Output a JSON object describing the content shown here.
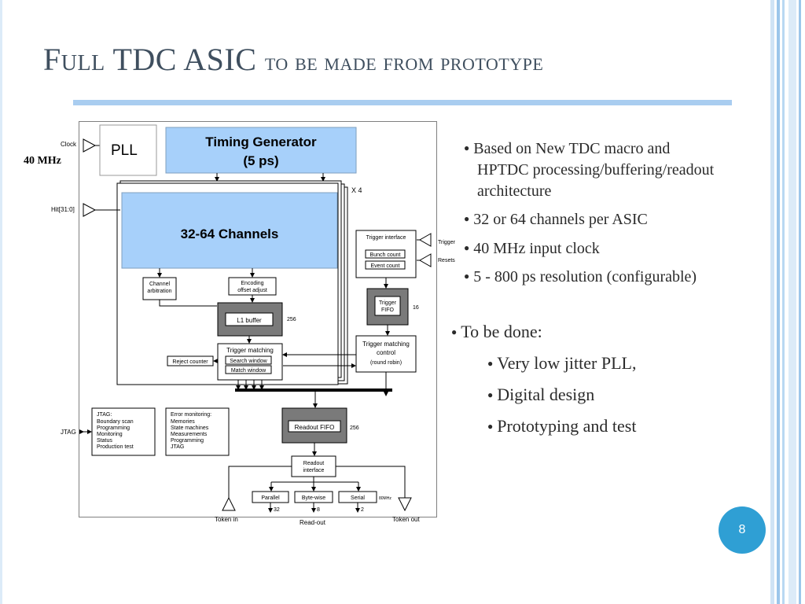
{
  "slide": {
    "title_main": "Full TDC ASIC",
    "title_rest": "to be made from prototype",
    "page_number": "8"
  },
  "diagram": {
    "clock_label": "Clock",
    "clock_freq": "40 MHz",
    "pll_label": "PLL",
    "timing_generator_title": "Timing Generator",
    "timing_generator_res": "(5 ps)",
    "x4_label": "X 4",
    "hit_label": "Hit[31:0]",
    "channels_label": "32-64 Channels",
    "channel_arbitration_1": "Channel",
    "channel_arbitration_2": "arbitration",
    "encoding_1": "Encoding",
    "encoding_2": "offset adjust",
    "l1_buffer": "L1 buffer",
    "l1_depth": "256",
    "trigger_matching": "Trigger matching",
    "search_window": "Search window",
    "match_window": "Match window",
    "reject_counter": "Reject counter",
    "trigger_interface": "Trigger interface",
    "bunch_count": "Bunch count",
    "event_count": "Event count",
    "trigger_in": "Trigger",
    "resets_in": "Resets",
    "trigger_fifo_1": "Trigger",
    "trigger_fifo_2": "FIFO",
    "trigger_fifo_depth": "16",
    "tm_control_1": "Trigger matching",
    "tm_control_2": "control",
    "tm_control_3": "(round robin)",
    "jtag_label": "JTAG",
    "jtag_box_title": "JTAG:",
    "jtag_items": [
      "Boundary scan",
      "Programming",
      "Monitoring",
      "Status",
      "Production test"
    ],
    "error_title": "Error monitoring:",
    "error_items": [
      "Memories",
      "State machines",
      "Measurements",
      "Programming",
      "JTAG"
    ],
    "readout_fifo": "Readout FIFO",
    "readout_fifo_depth": "256",
    "readout_interface_1": "Readout",
    "readout_interface_2": "interface",
    "parallel": "Parallel",
    "byte_wise": "Byte-wise",
    "serial": "Serial",
    "serial_freq": "80MHz",
    "bus_32": "32",
    "bus_8": "8",
    "bus_2": "2",
    "token_in": "Token in",
    "read_out": "Read-out",
    "token_out": "Token out"
  },
  "bullets": {
    "b1_line1": "Based on New TDC macro and",
    "b1_line2": "HPTDC processing/buffering/readout",
    "b1_line3": "architecture",
    "b2": "32 or 64 channels per ASIC",
    "b3": "40 MHz input clock",
    "b4": "5 - 800 ps resolution (configurable)",
    "todo": "To be done:",
    "todo_items": [
      "Very low jitter PLL,",
      "Digital design",
      "Prototyping and test"
    ]
  },
  "colors": {
    "accent_blue": "#a7d0fa",
    "stripe_blue": "#a9cdf0",
    "badge_blue": "#2f9fd4",
    "dark_box": "#7a7a7a",
    "title_color": "#3f4f5f"
  }
}
